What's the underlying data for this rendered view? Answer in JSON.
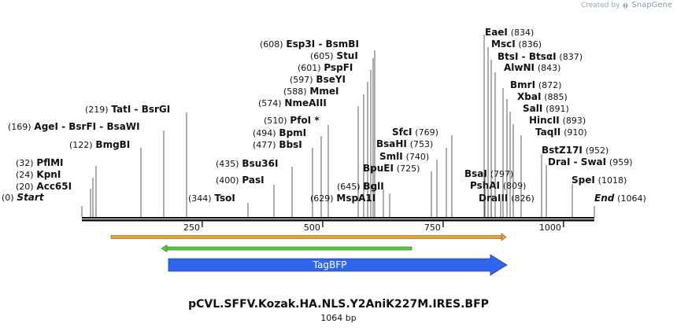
{
  "credit": {
    "text": "Created by",
    "brand": "SnapGene"
  },
  "plasmid": {
    "name": "pCVL.SFFV.Kozak.HA.NLS.Y2AniK227M.IRES.BFP",
    "length_label": "1064 bp"
  },
  "ruler": {
    "ticks": [
      "250",
      "500",
      "750",
      "1000"
    ]
  },
  "sites": [
    {
      "pos": "(0)",
      "names": [
        "Start"
      ]
    },
    {
      "pos": "(20)",
      "names": [
        "Acc65I"
      ]
    },
    {
      "pos": "(24)",
      "names": [
        "KpnI"
      ]
    },
    {
      "pos": "(32)",
      "names": [
        "PflMI"
      ]
    },
    {
      "pos": "(122)",
      "names": [
        "BmgBI"
      ]
    },
    {
      "pos": "(169)",
      "names": [
        "AgeI",
        "BsrFI",
        "BsaWI"
      ]
    },
    {
      "pos": "(219)",
      "names": [
        "TatI",
        "BsrGI"
      ]
    },
    {
      "pos": "(344)",
      "names": [
        "TsoI"
      ]
    },
    {
      "pos": "(400)",
      "names": [
        "PasI"
      ]
    },
    {
      "pos": "(435)",
      "names": [
        "Bsu36I"
      ]
    },
    {
      "pos": "(477)",
      "names": [
        "BbsI"
      ]
    },
    {
      "pos": "(494)",
      "names": [
        "BpmI"
      ]
    },
    {
      "pos": "(510)",
      "names": [
        "PfoI *"
      ]
    },
    {
      "pos": "(574)",
      "names": [
        "NmeAIII"
      ]
    },
    {
      "pos": "(588)",
      "names": [
        "MmeI"
      ]
    },
    {
      "pos": "(597)",
      "names": [
        "BseYI"
      ]
    },
    {
      "pos": "(601)",
      "names": [
        "PspFI"
      ]
    },
    {
      "pos": "(605)",
      "names": [
        "StuI"
      ]
    },
    {
      "pos": "(608)",
      "names": [
        "Esp3I",
        "BsmBI"
      ]
    },
    {
      "pos": "(629)",
      "names": [
        "MspA1I"
      ]
    },
    {
      "pos": "(645)",
      "names": [
        "BglI"
      ]
    },
    {
      "pos": "(725)",
      "names": [
        "BpuEI"
      ]
    },
    {
      "pos": "(740)",
      "names": [
        "SmlI"
      ]
    },
    {
      "pos": "(753)",
      "names": [
        "BsaHI"
      ]
    },
    {
      "pos": "(769)",
      "names": [
        "SfcI"
      ]
    },
    {
      "pos": "(797)",
      "names": [
        "BsaI"
      ]
    },
    {
      "pos": "(809)",
      "names": [
        "PshAI"
      ]
    },
    {
      "pos": "(826)",
      "names": [
        "DraIII"
      ]
    },
    {
      "pos": "(834)",
      "names": [
        "EaeI"
      ]
    },
    {
      "pos": "(836)",
      "names": [
        "MscI"
      ]
    },
    {
      "pos": "(837)",
      "names": [
        "BtsI",
        "BtsαI"
      ]
    },
    {
      "pos": "(843)",
      "names": [
        "AlwNI"
      ]
    },
    {
      "pos": "(872)",
      "names": [
        "BmrI"
      ]
    },
    {
      "pos": "(885)",
      "names": [
        "XbaI"
      ]
    },
    {
      "pos": "(891)",
      "names": [
        "SalI"
      ]
    },
    {
      "pos": "(893)",
      "names": [
        "HincII"
      ]
    },
    {
      "pos": "(910)",
      "names": [
        "TaqII"
      ]
    },
    {
      "pos": "(952)",
      "names": [
        "BstZ17I"
      ]
    },
    {
      "pos": "(959)",
      "names": [
        "DraI",
        "SwaI"
      ]
    },
    {
      "pos": "(1018)",
      "names": [
        "SpeI"
      ]
    },
    {
      "pos": "(1064)",
      "names": [
        "End"
      ]
    }
  ],
  "features": [
    {
      "label": "",
      "color": "#e5a23a"
    },
    {
      "label": "",
      "color": "#5cc63c"
    },
    {
      "label": "TagBFP",
      "color": "#2f66ec"
    }
  ]
}
